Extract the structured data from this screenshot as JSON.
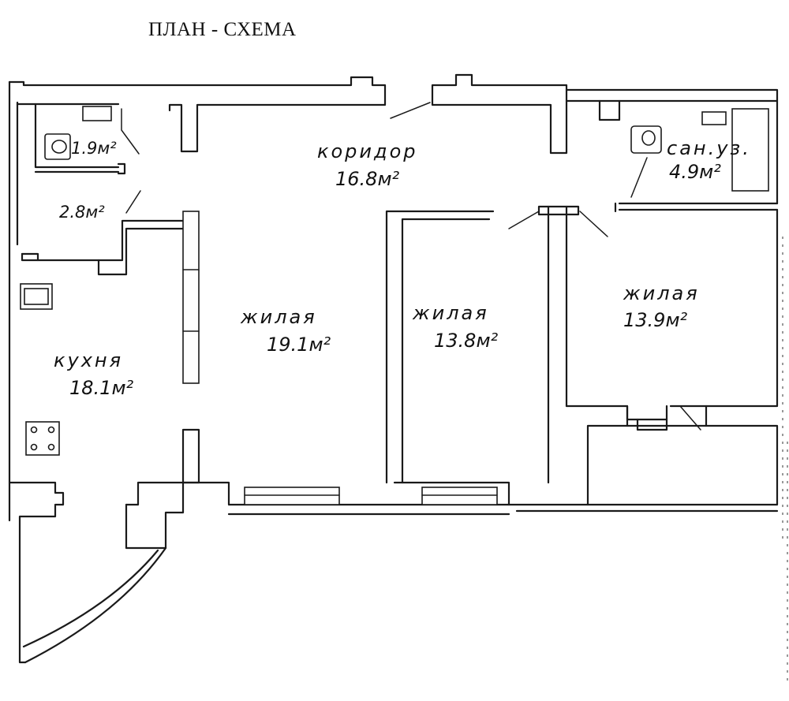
{
  "title": "ПЛАН - СХЕМА",
  "rooms": {
    "corridor": {
      "name": "коридор",
      "area": "16.8м²"
    },
    "bathroom": {
      "name": "сан.уз.",
      "area": "4.9м²"
    },
    "toilet": {
      "area": "1.9м²"
    },
    "storage": {
      "area": "2.8м²"
    },
    "living_1": {
      "name": "жилая",
      "area": "19.1м²"
    },
    "living_2": {
      "name": "жилая",
      "area": "13.8м²"
    },
    "living_3": {
      "name": "жилая",
      "area": "13.9м²"
    },
    "kitchen": {
      "name": "кухня",
      "area": "18.1м²"
    }
  }
}
